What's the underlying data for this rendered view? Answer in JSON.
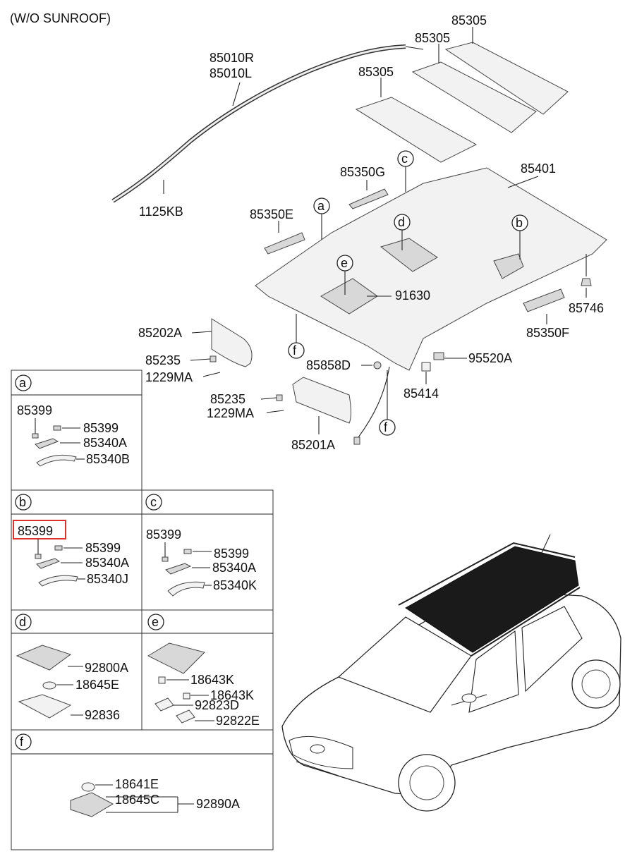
{
  "title": "(W/O SUNROOF)",
  "main_labels": {
    "p85305_a": "85305",
    "p85305_b": "85305",
    "p85305_c": "85305",
    "p85010R": "85010R",
    "p85010L": "85010L",
    "p1125KB": "1125KB",
    "p85350G": "85350G",
    "p85401": "85401",
    "p85350E": "85350E",
    "p91630": "91630",
    "p85746": "85746",
    "p85350F": "85350F",
    "p85202A": "85202A",
    "p85235_a": "85235",
    "p1229MA_a": "1229MA",
    "p85858D": "85858D",
    "p95520A": "95520A",
    "p85414": "85414",
    "p85235_b": "85235",
    "p1229MA_b": "1229MA",
    "p85201A": "85201A"
  },
  "callouts": {
    "a": "a",
    "b": "b",
    "c": "c",
    "d": "d",
    "e": "e",
    "f1": "f",
    "f2": "f"
  },
  "box_a": {
    "letter": "a",
    "l1": "85399",
    "l2": "85399",
    "l3": "85340A",
    "l4": "85340B"
  },
  "box_b": {
    "letter": "b",
    "l1": "85399",
    "l2": "85399",
    "l3": "85340A",
    "l4": "85340J"
  },
  "box_c": {
    "letter": "c",
    "l1": "85399",
    "l2": "85399",
    "l3": "85340A",
    "l4": "85340K"
  },
  "box_d": {
    "letter": "d",
    "l1": "92800A",
    "l2": "18645E",
    "l3": "92836"
  },
  "box_e": {
    "letter": "e",
    "l1": "18643K",
    "l2": "18643K",
    "l3": "92823D",
    "l4": "92822E"
  },
  "box_f": {
    "letter": "f",
    "l1": "18641E",
    "l2": "18645C",
    "l3": "92890A"
  },
  "colors": {
    "highlight": "#e0302a",
    "line": "#222222",
    "roof": "#1a1a1a"
  }
}
